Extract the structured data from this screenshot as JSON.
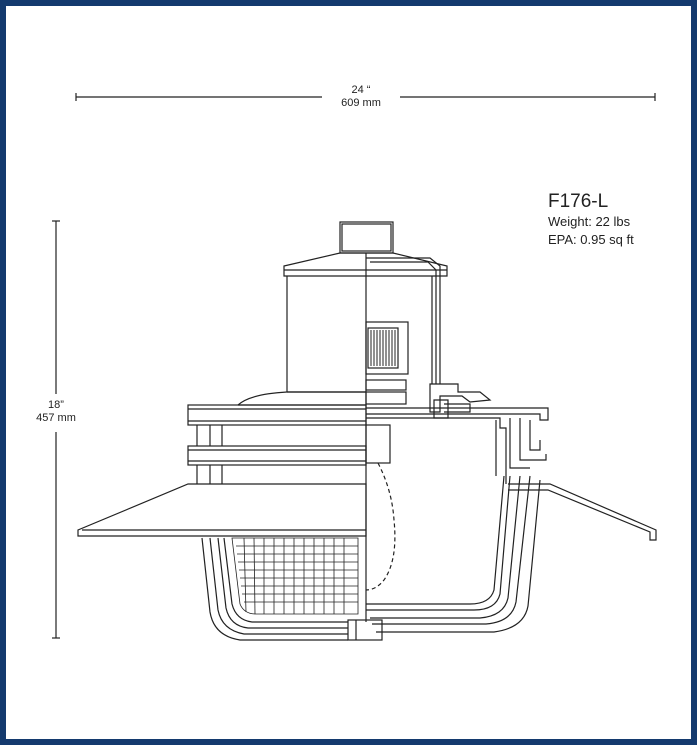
{
  "dimensions": {
    "width_in": "24 “",
    "width_mm": "609 mm",
    "height_in": "18”",
    "height_mm": "457 mm"
  },
  "specs": {
    "model": "F176-L",
    "weight": "Weight: 22 lbs",
    "epa": "EPA: 0.95 sq ft"
  },
  "colors": {
    "frame": "#143a6e",
    "line": "#222222"
  }
}
